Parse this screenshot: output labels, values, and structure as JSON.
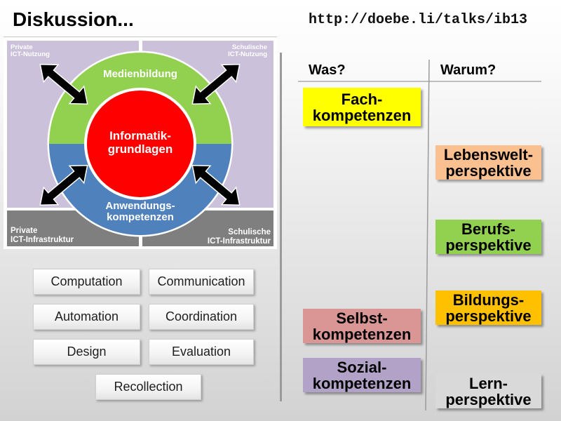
{
  "slide": {
    "title": "Diskussion...",
    "url": "http://doebe.li/talks/ib13"
  },
  "diagram": {
    "quadrants": {
      "top_left": {
        "line1": "Private",
        "line2": "ICT-Nutzung"
      },
      "top_right": {
        "line1": "Schulische",
        "line2": "ICT-Nutzung"
      },
      "bottom_left": {
        "line1": "Private",
        "line2": "ICT-Infrastruktur"
      },
      "bottom_right": {
        "line1": "Schulische",
        "line2": "ICT-Infrastruktur"
      }
    },
    "ring_top": {
      "line1": "Medienbildung"
    },
    "ring_bottom": {
      "line1": "Anwendungs-",
      "line2": "kompetenzen"
    },
    "core": {
      "line1": "Informatik-",
      "line2": "grundlagen"
    },
    "arrow_icon": "double-headed-arrow-icon",
    "colors": {
      "upper_quadrants": "#ccc1da",
      "lower_quadrants": "#7f7f7f",
      "ring_top": "#92d050",
      "ring_bottom": "#4f81bd",
      "core": "#ff0000",
      "arrows": "#000000"
    }
  },
  "principles": [
    "Computation",
    "Communication",
    "Automation",
    "Coordination",
    "Design",
    "Evaluation",
    "Recollection"
  ],
  "table": {
    "headers": {
      "was": "Was?",
      "warum": "Warum?"
    },
    "was_items": [
      {
        "line1": "Fach-",
        "line2": "kompetenzen",
        "color": "#ffff00"
      },
      {
        "line1": "Selbst-",
        "line2": "kompetenzen",
        "color": "#d99694"
      },
      {
        "line1": "Sozial-",
        "line2": "kompetenzen",
        "color": "#b3a2c7"
      }
    ],
    "warum_items": [
      {
        "line1": "Lebenswelt-",
        "line2": "perspektive",
        "color": "#fac090"
      },
      {
        "line1": "Berufs-",
        "line2": "perspektive",
        "color": "#92d050"
      },
      {
        "line1": "Bildungs-",
        "line2": "perspektive",
        "color": "#ffc000"
      },
      {
        "line1": "Lern-",
        "line2": "perspektive",
        "color": "#d9d9d9"
      }
    ]
  }
}
